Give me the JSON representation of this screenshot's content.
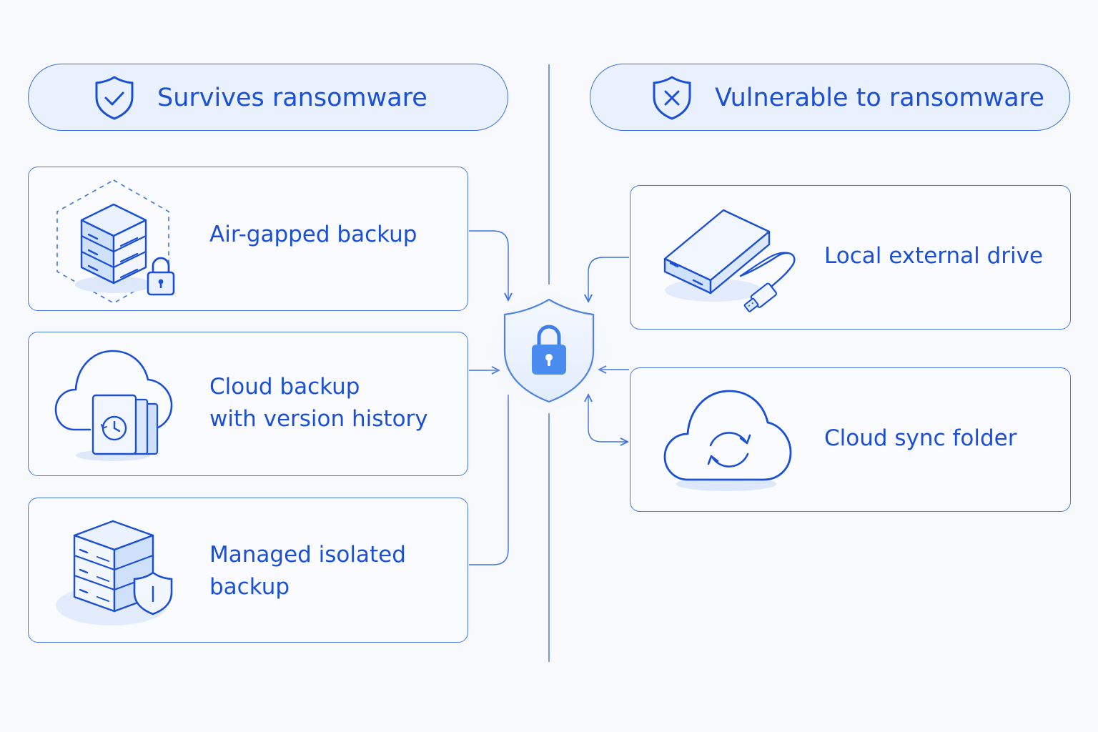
{
  "left_header": {
    "title": "Survives ransomware",
    "icon": "shield-check-icon"
  },
  "right_header": {
    "title": "Vulnerable to ransomware",
    "icon": "shield-x-icon"
  },
  "survives": [
    {
      "line1": "Air-gapped backup",
      "line2": "",
      "icon": "air-gapped-server-lock-icon"
    },
    {
      "line1": "Cloud backup",
      "line2": "with version history",
      "icon": "cloud-version-history-icon"
    },
    {
      "line1": "Managed isolated",
      "line2": "backup",
      "icon": "server-stack-shield-icon"
    }
  ],
  "vulnerable": [
    {
      "line1": "Local external drive",
      "line2": "",
      "icon": "external-drive-usb-icon"
    },
    {
      "line1": "Cloud sync folder",
      "line2": "",
      "icon": "cloud-sync-icon"
    }
  ],
  "center": {
    "icon": "shield-lock-icon"
  },
  "colors": {
    "accent": "#1a4fd6",
    "stroke": "#3f72dc",
    "header_fill": "#e8f1fd",
    "background": "#f7f9fc"
  }
}
